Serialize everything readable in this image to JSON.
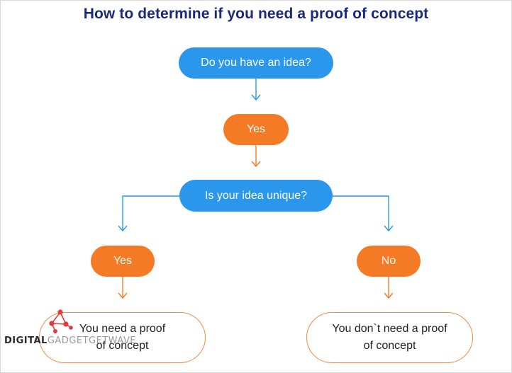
{
  "title": "How to determine if you need a proof of concept",
  "colors": {
    "title": "#1a2a7a",
    "question_fill": "#2a97ec",
    "answer_fill": "#f57a26",
    "outcome_border": "#f58a44",
    "arrow_blue": "#2a97ec",
    "arrow_orange": "#f57a26"
  },
  "nodes": {
    "question_1": "Do you have an idea?",
    "answer_yes_1": "Yes",
    "question_2": "Is your idea unique?",
    "answer_yes_2": "Yes",
    "answer_no": "No",
    "outcome_left": [
      "You need a proof",
      "of concept"
    ],
    "outcome_right": [
      "You don`t need a proof",
      "of concept"
    ]
  },
  "watermark": {
    "part_dark": "DIGITAL",
    "part_light": "GADGETGETWAVE"
  }
}
